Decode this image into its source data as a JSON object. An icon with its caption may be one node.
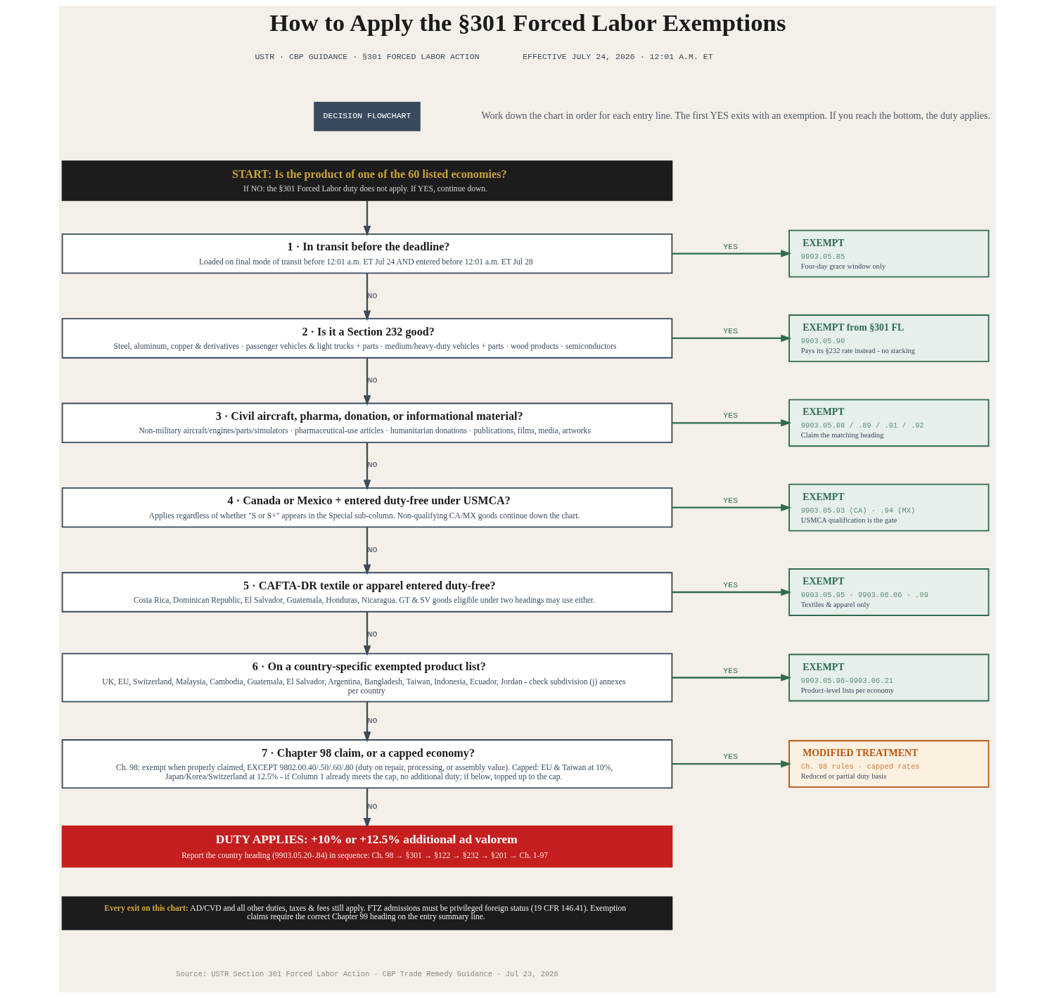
{
  "diagram": {
    "title": "How to Apply the §301 Forced Labor Exemptions",
    "nodes": [
      {
        "text": [
          "START: Is the product of one of the 60 listed economies?",
          "If NO: the §301 Forced Labor duty does not apply. If YES, continue down."
        ]
      },
      {
        "text": [
          "1 · In transit before the deadline?",
          "Loaded on final mode of transit before 12:01 a.m. ET Jul 24 AND entered before 12:01 a.m. ET Jul 28"
        ]
      },
      {
        "text": [
          "EXEMPT",
          "9903.05.85",
          "Four-day grace window only"
        ]
      },
      {
        "text": [
          "2 · Is it a Section 232 good?",
          "Steel, aluminum, copper & derivatives · passenger vehicles & light trucks + parts · medium/heavy-duty vehicles + parts · wood products · semiconductors"
        ]
      },
      {
        "text": [
          "EXEMPT from §301 FL",
          "9903.05.90",
          "Pays its §232 rate instead - no stacking"
        ]
      },
      {
        "text": [
          "3 · Civil aircraft, pharma, donation, or informational material?",
          "Non-military aircraft/engines/parts/simulators · pharmaceutical-use articles · humanitarian donations · publications, films, media, artworks"
        ]
      },
      {
        "text": [
          "EXEMPT",
          "9903.05.88 / .89 / .91 / .92",
          "Claim the matching heading"
        ]
      },
      {
        "text": [
          "4 · Canada or Mexico + entered duty-free under USMCA?",
          "Applies regardless of whether \"S or S+\" appears in the Special sub-column. Non-qualifying CA/MX goods continue down the chart."
        ]
      },
      {
        "text": [
          "EXEMPT",
          "9903.05.93 (CA) · .94 (MX)",
          "USMCA qualification is the gate"
        ]
      },
      {
        "text": [
          "5 · CAFTA-DR textile or apparel entered duty-free?",
          "Costa Rica, Dominican Republic, El Salvador, Guatemala, Honduras, Nicaragua. GT & SV goods eligible under two headings may use either."
        ]
      },
      {
        "text": [
          "EXEMPT",
          "9903.05.95 · 9903.06.06 · .09",
          "Textiles & apparel only"
        ]
      },
      {
        "text": [
          "6 · On a country-specific exempted product list?",
          "UK, EU, Switzerland, Malaysia, Cambodia, Guatemala, El Salvador, Argentina, Bangladesh, Taiwan, Indonesia, Ecuador, Jordan - check subdivision (j) annexes per country"
        ]
      },
      {
        "text": [
          "EXEMPT",
          "9903.05.96–9903.06.21",
          "Product-level lists per economy"
        ]
      },
      {
        "text": [
          "7 · Chapter 98 claim, or a capped economy?",
          "Ch. 98: exempt when properly claimed, EXCEPT 9802.00.40/.50/.60/.80 (duty on repair, processing, or assembly value). Capped: EU & Taiwan at 10%, Japan/Korea/Switzerland at 12.5% - if Column 1 already meets the cap, no additional duty; if below, topped up to the cap."
        ]
      },
      {
        "text": [
          "MODIFIED TREATMENT",
          "Ch. 98 rules · capped rates",
          "Reduced or partial duty basis"
        ]
      },
      {
        "text": [
          "DUTY APPLIES: +10% or +12.5% additional ad valorem",
          "Report the country heading (9903.05.20-.84) in sequence: Ch. 98 → §301 → §122 → §232 → §201 → Ch. 1-97"
        ]
      },
      {
        "text": [
          "**Every exit on this chart:** AD/CVD and all other duties, taxes & fees still apply. FTZ admissions must be privileged foreign status (19 CFR 146.41). Exemption claims require the correct Chapter 99 heading on the entry summary line."
        ]
      }
    ],
    "edges": [
      {
        "from": 0,
        "to": 1,
        "arrow": "to"
      },
      {
        "from": 1,
        "to": 2,
        "arrow": "to",
        "label": "YES",
        "color": "#2e6b4f"
      },
      {
        "from": 1,
        "to": 3,
        "arrow": "to",
        "label": "NO"
      },
      {
        "from": 3,
        "to": 4,
        "arrow": "to",
        "label": "YES",
        "color": "#2e6b4f"
      },
      {
        "from": 3,
        "to": 5,
        "arrow": "to",
        "label": "NO"
      },
      {
        "from": 5,
        "to": 6,
        "arrow": "to",
        "label": "YES",
        "color": "#2e6b4f"
      },
      {
        "from": 5,
        "to": 7,
        "arrow": "to",
        "label": "NO"
      },
      {
        "from": 7,
        "to": 8,
        "arrow": "to",
        "label": "YES",
        "color": "#2e6b4f"
      },
      {
        "from": 7,
        "to": 9,
        "arrow": "to",
        "label": "NO"
      },
      {
        "from": 9,
        "to": 10,
        "arrow": "to",
        "label": "YES",
        "color": "#2e6b4f"
      },
      {
        "from": 9,
        "to": 11,
        "arrow": "to",
        "label": "NO"
      },
      {
        "from": 11,
        "to": 12,
        "arrow": "to",
        "label": "YES",
        "color": "#2e6b4f"
      },
      {
        "from": 11,
        "to": 13,
        "arrow": "to",
        "label": "NO"
      },
      {
        "from": 13,
        "to": 14,
        "arrow": "to",
        "label": "YES",
        "color": "#2e6b4f"
      },
      {
        "from": 13,
        "to": 15,
        "arrow": "to",
        "label": "NO"
      }
    ],
    "labels": [
      "USTR · CBP GUIDANCE · §301 FORCED LABOR ACTION",
      "EFFECTIVE JULY 24, 2026 · 12:01 A.M. ET",
      "DECISION FLOWCHART",
      "Work down the chart in order for each entry line. The first YES exits with an exemption. If you reach the bottom, the duty applies.",
      "Source: USTR Section 301 Forced Labor Action · CBP Trade Remedy Guidance · Jul 23, 2026"
    ]
  }
}
